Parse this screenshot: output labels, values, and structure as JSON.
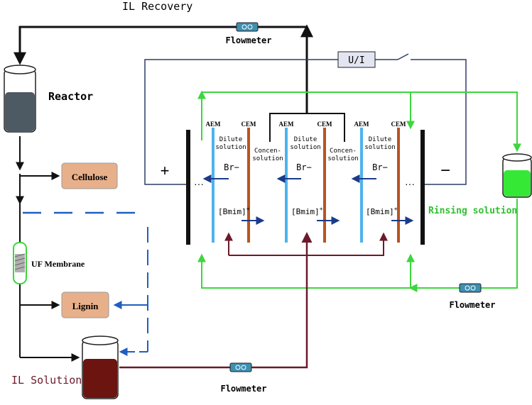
{
  "labels": {
    "il_recovery": "IL Recovery",
    "flowmeter": "Flowmeter",
    "ui_meter": "U/I",
    "reactor": "Reactor",
    "cellulose": "Cellulose",
    "uf_membrane": "UF Membrane",
    "lignin": "Lignin",
    "il_solution": "IL Solution",
    "rinsing_solution": "Rinsing solution",
    "aem": "AEM",
    "cem": "CEM",
    "dilute_line1": "Dilute",
    "dilute_line2": "solution",
    "concen_line1": "Concen-",
    "concen_line2": "solution",
    "bromide": "Br−",
    "bmim": "[Bmim]",
    "plus": "+",
    "minus": "−",
    "plus_sup": "+",
    "dots": "···"
  },
  "colors": {
    "black_line": "#111111",
    "navy_line": "#2b3d66",
    "green_line": "#3dd63d",
    "maroon_line": "#6b1a2a",
    "blue_dash": "#1f5fbf",
    "aem": "#4db3ec",
    "cem": "#b8541f",
    "box_fill": "#e8b08a",
    "reactor_liquid": "#4d5963",
    "solution_liquid": "#6b1410",
    "rinse_liquid": "#36e836",
    "green_text": "#2fc02f"
  }
}
